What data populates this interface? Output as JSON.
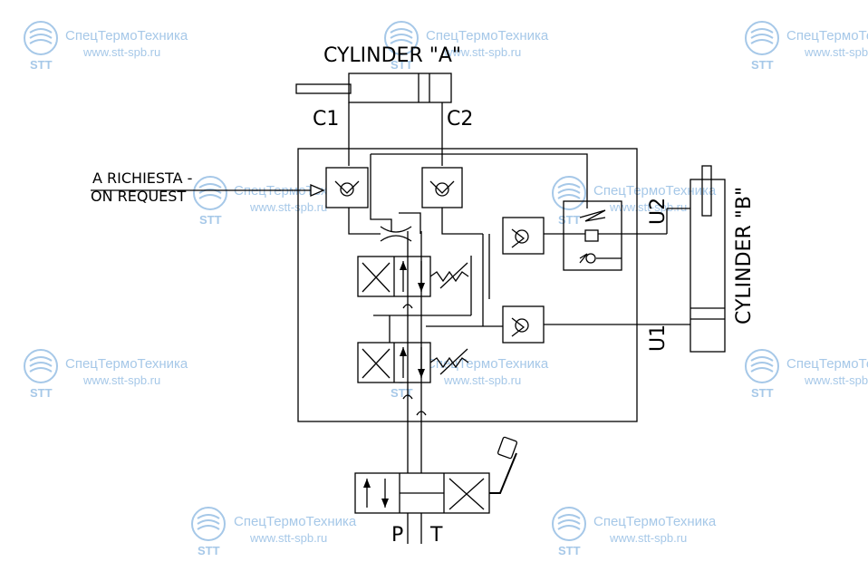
{
  "labels": {
    "cylinder_a": "CYLINDER \"A\"",
    "cylinder_b": "CYLINDER \"B\"",
    "c1": "C1",
    "c2": "C2",
    "u1": "U1",
    "u2": "U2",
    "p": "P",
    "t": "T",
    "request_it": "A RICHIESTA -",
    "request_en": "ON REQUEST"
  },
  "watermark": {
    "company": "СпецТермоТехника",
    "url": "www.stt-spb.ru",
    "short": "STT",
    "color": "#a6c8e8"
  }
}
